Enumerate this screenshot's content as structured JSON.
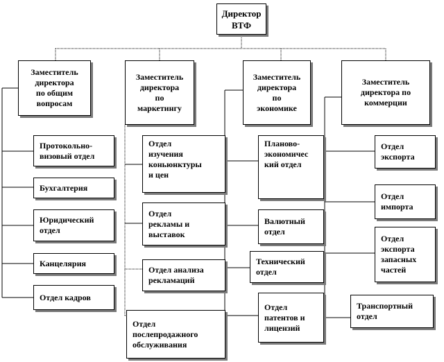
{
  "director": {
    "label": "Директор\nВТФ"
  },
  "deputies": [
    {
      "label": "Заместитель\nдиректора\nпо общим\nвопросам"
    },
    {
      "label": "Заместитель\nдиректора\nпо\nмаркетингу"
    },
    {
      "label": "Заместитель\nдиректора\nпо\nэкономике"
    },
    {
      "label": "Заместитель\nдиректора по\nкоммерции"
    }
  ],
  "general_departments": [
    {
      "label": "Протокольно-\nвизовый отдел"
    },
    {
      "label": "Бухгалтерия"
    },
    {
      "label": "Юридический\nотдел"
    },
    {
      "label": "Канцелярия"
    },
    {
      "label": "Отдел кадров"
    }
  ],
  "marketing_departments": [
    {
      "label": "Отдел\nизучения\nконьюнктуры\nи цен"
    },
    {
      "label": "Отдел\nрекламы и\nвыставок"
    },
    {
      "label": "Отдел анализа\nрекламаций"
    },
    {
      "label": "Отдел\nпослепродажного\nобслуживания"
    }
  ],
  "economics_departments": [
    {
      "label": "Планово-\nэкономичес\nкий отдел"
    },
    {
      "label": "Валютный\nотдел"
    },
    {
      "label": "Технический\nотдел"
    },
    {
      "label": "Отдел\nпатентов и\nлицензий"
    }
  ],
  "commerce_departments": [
    {
      "label": "Отдел\nэкспорта"
    },
    {
      "label": "Отдел\nимпорта"
    },
    {
      "label": "Отдел\nэкспорта\nзапасных\nчастей"
    },
    {
      "label": "Транспортный\nотдел"
    }
  ]
}
